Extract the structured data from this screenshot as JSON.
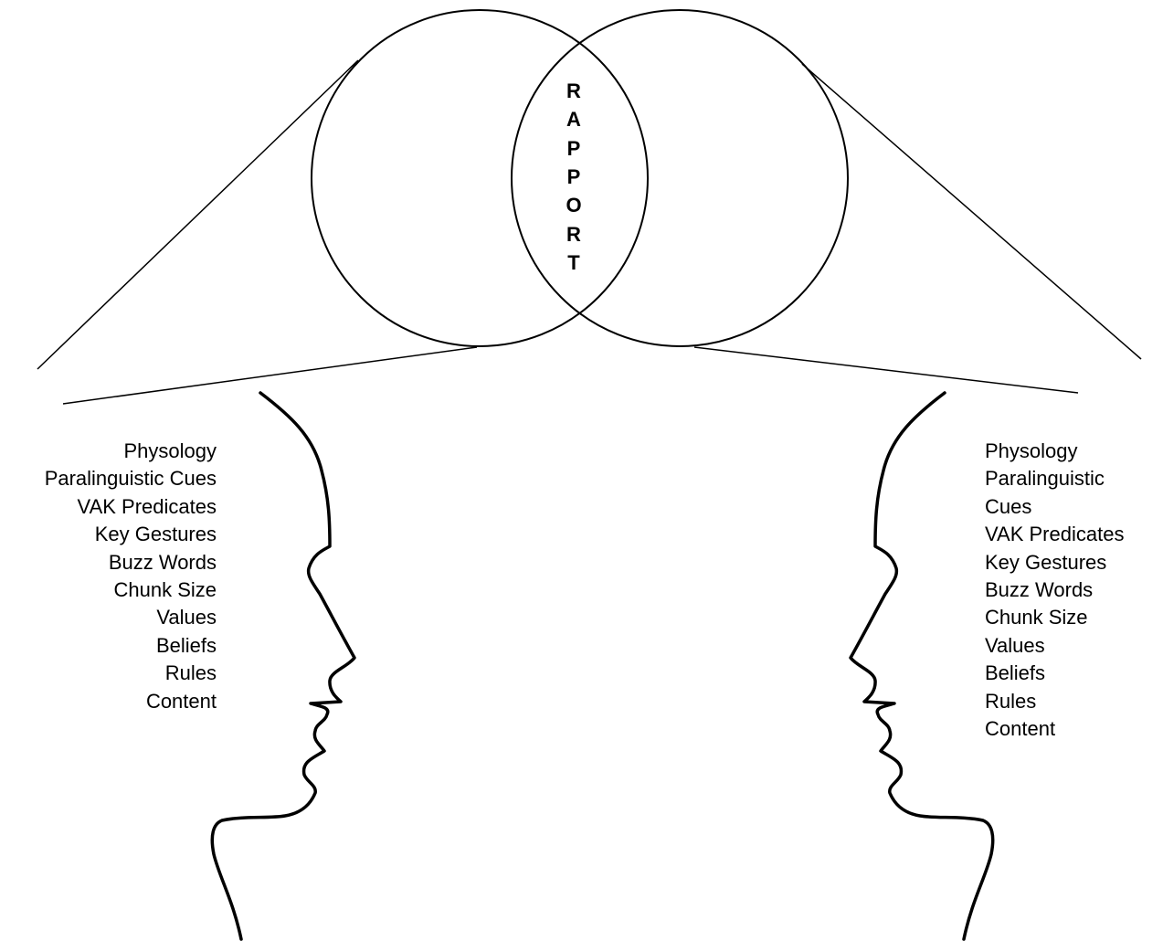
{
  "center_word": [
    "R",
    "A",
    "P",
    "P",
    "O",
    "R",
    "T"
  ],
  "left_person": {
    "items": [
      "Physology",
      "Paralinguistic Cues",
      "VAK Predicates",
      "Key Gestures",
      "Buzz Words",
      "Chunk Size",
      "Values",
      "Beliefs",
      "Rules",
      "Content"
    ]
  },
  "right_person": {
    "items": [
      "Physology",
      "Paralinguistic",
      "Cues",
      "VAK Predicates",
      "Key Gestures",
      "Buzz Words",
      "Chunk Size",
      "Values",
      "Beliefs",
      "Rules",
      "Content"
    ]
  },
  "colors": {
    "stroke": "#000000",
    "background": "#ffffff"
  }
}
